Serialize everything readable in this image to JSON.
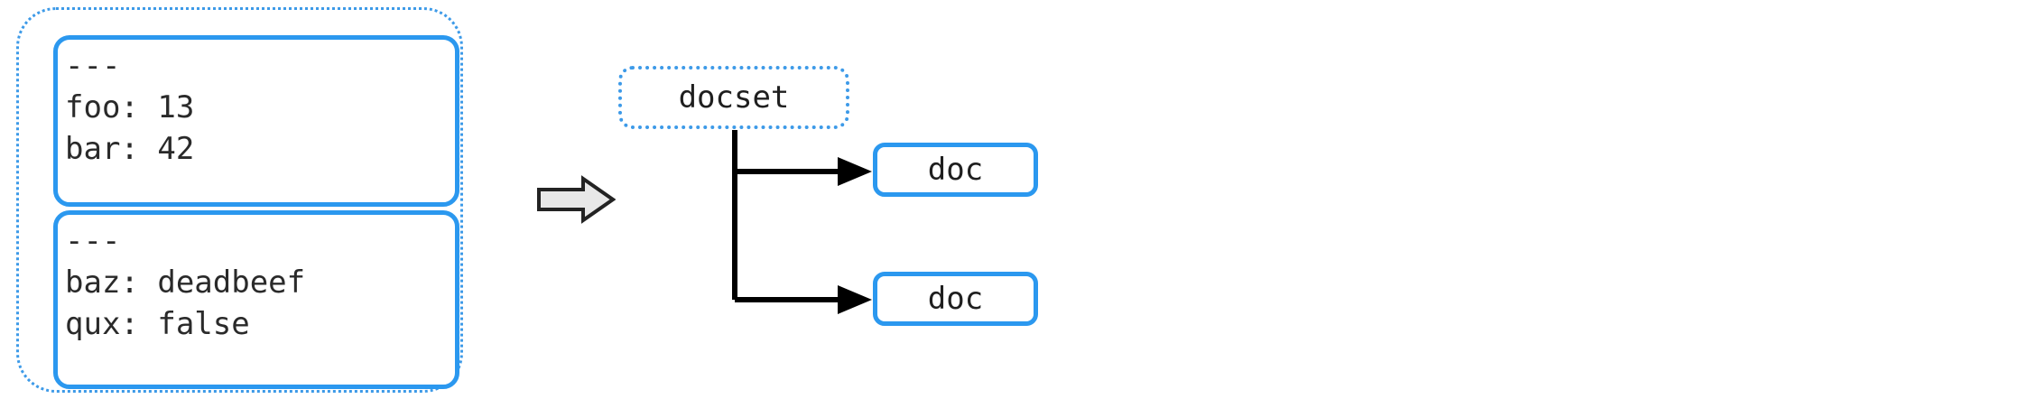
{
  "diagram": {
    "title": "yaml-stream-to-docset",
    "colors": {
      "accent_blue": "#2b98ef",
      "dotted_blue": "#3d9ae8",
      "text": "#2a2a2a",
      "arrow_fill": "#e8e8e8",
      "arrow_stroke": "#232323",
      "edge_stroke": "#000000",
      "background": "#ffffff"
    },
    "left": {
      "group_name": "yaml-stream",
      "documents": [
        {
          "name": "yaml-document-1",
          "lines": [
            "---",
            "foo: 13",
            "bar: 42"
          ],
          "text": "---\nfoo: 13\nbar: 42"
        },
        {
          "name": "yaml-document-2",
          "lines": [
            "---",
            "baz: deadbeef",
            "qux: false"
          ],
          "text": "---\nbaz: deadbeef\nqux: false"
        }
      ]
    },
    "transition": {
      "name": "transition-arrow",
      "direction": "right",
      "glyph": "⇒"
    },
    "right": {
      "root": {
        "name": "docset-node",
        "label": "docset",
        "style": "dotted"
      },
      "children": [
        {
          "name": "doc-node-1",
          "label": "doc",
          "style": "solid"
        },
        {
          "name": "doc-node-2",
          "label": "doc",
          "style": "solid"
        }
      ],
      "edges": [
        {
          "from": "docset",
          "to": "doc-node-1"
        },
        {
          "from": "docset",
          "to": "doc-node-2"
        }
      ]
    }
  }
}
